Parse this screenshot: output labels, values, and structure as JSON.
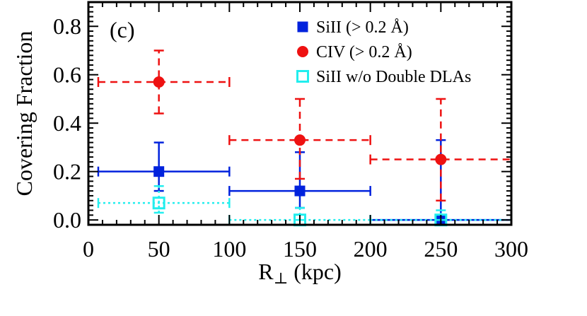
{
  "chart_data": {
    "type": "scatter",
    "panel_label": "(c)",
    "xlabel": "R",
    "xlabel_sub": "⊥",
    "xlabel_unit": "(kpc)",
    "ylabel": "Covering Fraction",
    "xlim": [
      0,
      300
    ],
    "ylim": [
      -0.02,
      0.9
    ],
    "xticks": [
      0,
      50,
      100,
      150,
      200,
      250,
      300
    ],
    "xtick_labels": [
      "0",
      "50",
      "100",
      "150",
      "200",
      "250",
      "300"
    ],
    "yticks": [
      0.0,
      0.2,
      0.4,
      0.6,
      0.8
    ],
    "ytick_labels": [
      "0.0",
      "0.2",
      "0.4",
      "0.6",
      "0.8"
    ],
    "legend_position": "top-right",
    "series": [
      {
        "name": "SiII (> 0.2 Å)",
        "color": "#0022dd",
        "marker": "filled-square",
        "line_style": "solid",
        "points": [
          {
            "x": 50,
            "y": 0.2,
            "y_low": 0.12,
            "y_high": 0.32,
            "x_low": 7,
            "x_high": 100
          },
          {
            "x": 150,
            "y": 0.12,
            "y_low": 0.05,
            "y_high": 0.28,
            "x_low": 100,
            "x_high": 200
          },
          {
            "x": 250,
            "y": 0.0,
            "y_low": 0.0,
            "y_high": 0.33,
            "x_low": 200,
            "x_high": 300
          }
        ]
      },
      {
        "name": "CIV (> 0.2 Å)",
        "color": "#ee1111",
        "marker": "filled-circle",
        "line_style": "dashed",
        "points": [
          {
            "x": 50,
            "y": 0.57,
            "y_low": 0.44,
            "y_high": 0.7,
            "x_low": 7,
            "x_high": 100
          },
          {
            "x": 150,
            "y": 0.33,
            "y_low": 0.17,
            "y_high": 0.5,
            "x_low": 100,
            "x_high": 200
          },
          {
            "x": 250,
            "y": 0.25,
            "y_low": 0.08,
            "y_high": 0.5,
            "x_low": 200,
            "x_high": 300
          }
        ]
      },
      {
        "name": "SiII w/o Double DLAs",
        "color": "#22eeee",
        "marker": "open-square",
        "line_style": "dotted",
        "points": [
          {
            "x": 50,
            "y": 0.07,
            "y_low": 0.03,
            "y_high": 0.14,
            "x_low": 7,
            "x_high": 100
          },
          {
            "x": 150,
            "y": 0.0,
            "y_low": 0.0,
            "y_high": 0.05,
            "x_low": 100,
            "x_high": 200
          },
          {
            "x": 250,
            "y": 0.0,
            "y_low": 0.0,
            "y_high": 0.04,
            "x_low": 200,
            "x_high": 300
          }
        ]
      }
    ]
  }
}
